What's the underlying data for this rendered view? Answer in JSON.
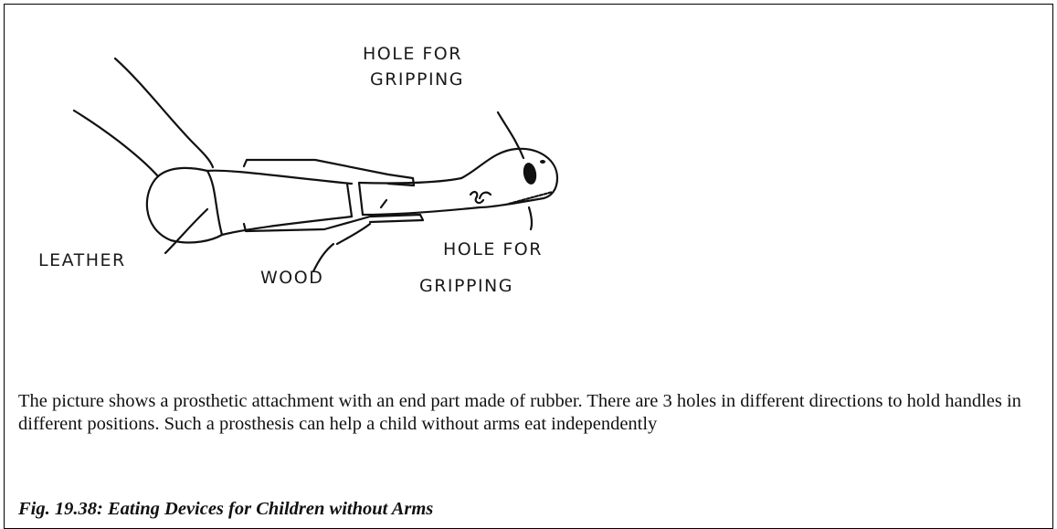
{
  "labels": {
    "hole_top_line1": "HOLE FOR",
    "hole_top_line2": "GRIPPING",
    "hole_bottom_line1": "HOLE FOR",
    "hole_bottom_line2": "GRIPPING",
    "leather": "LEATHER",
    "wood": "WOOD"
  },
  "caption": "The picture shows a prosthetic attachment with an end part made of rubber. There are 3 holes in different directions to hold handles in different positions. Such a prosthesis can help a child without arms eat independently",
  "figure_title": "Fig. 19.38: Eating Devices for Children without Arms"
}
